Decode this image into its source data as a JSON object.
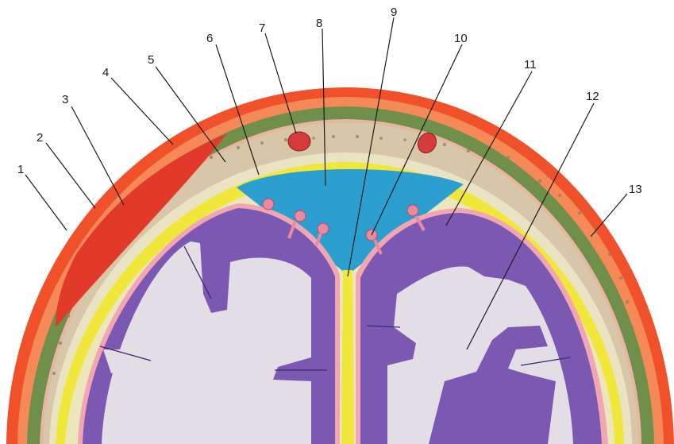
{
  "labels": [
    "1",
    "2",
    "3",
    "4",
    "5",
    "6",
    "7",
    "8",
    "9",
    "10",
    "11",
    "12",
    "13"
  ],
  "colors": {
    "skin": "#f0512a",
    "skin_inner": "#f77c4a",
    "muscle": "#6f8f4a",
    "bone": "#d8c6a8",
    "bone_dots": "#8d7f6a",
    "dura": "#e9e3c4",
    "arachnoid": "#f1e63a",
    "csf_space": "#ece6bd",
    "pia": "#f2a6b4",
    "cortex": "#7b59b3",
    "white_matter": "#e3dde6",
    "sinus": "#2a9fd0",
    "hematoma": "#e23a2a",
    "vessel": "#d63a3a",
    "granulation": "#e98aa0"
  }
}
